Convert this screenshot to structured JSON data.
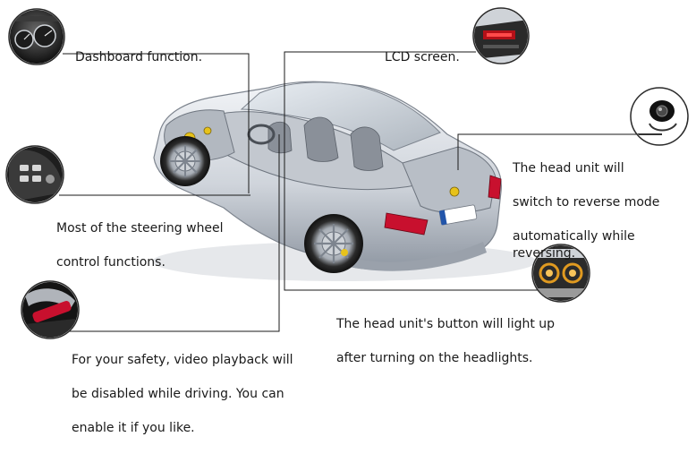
{
  "callouts": {
    "dashboard": {
      "icon": "dashboard-gauges-icon",
      "lines": [
        "Dashboard function."
      ]
    },
    "lcd": {
      "icon": "lcd-display-icon",
      "lines": [
        "LCD screen."
      ]
    },
    "steering": {
      "icon": "steering-wheel-buttons-icon",
      "lines": [
        "Most of the steering wheel",
        "control functions."
      ]
    },
    "reverse": {
      "icon": "rear-camera-icon",
      "lines": [
        "The head unit will",
        "switch to reverse mode",
        "automatically while reversing."
      ]
    },
    "headlight": {
      "icon": "headlight-icon",
      "lines": [
        "The head unit's button will light up",
        "after turning on the headlights."
      ]
    },
    "safety": {
      "icon": "handbrake-icon",
      "lines": [
        "For your safety, video playback will",
        "be disabled while driving. You can",
        "enable it if you like."
      ]
    }
  },
  "colors": {
    "line": "#1a1a1a",
    "car_body": "#d9dde3",
    "car_shadow": "#9aa1ab",
    "taillight": "#c8102e",
    "accent_yellow": "#e7c21a"
  }
}
